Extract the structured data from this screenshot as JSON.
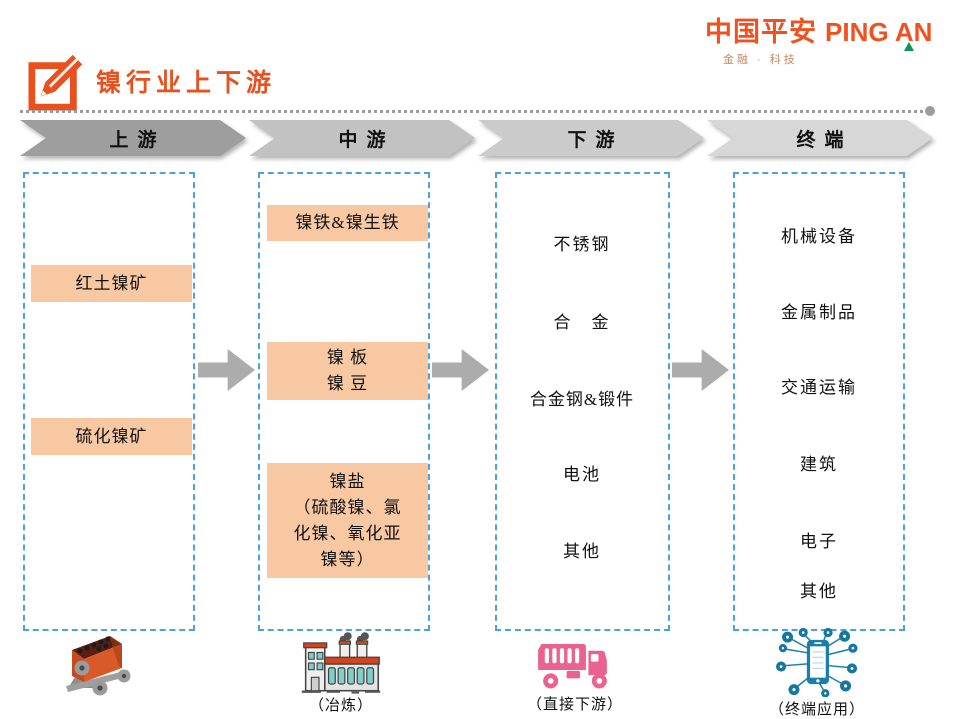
{
  "brand": {
    "logo_cn": "中国平安",
    "logo_en": "PING AN",
    "logo_sub": "金融 · 科技",
    "brand_color": "#F0511E",
    "accent_green": "#0E9355"
  },
  "title": "镍行业上下游",
  "stages": [
    {
      "label": "上游",
      "color": "#9E9E9E"
    },
    {
      "label": "中游",
      "color": "#C2C2C2"
    },
    {
      "label": "下游",
      "color": "#CBCBCB"
    },
    {
      "label": "终端",
      "color": "#D7D7D7"
    }
  ],
  "upstream": {
    "boxes": [
      "红土镍矿",
      "硫化镍矿"
    ]
  },
  "midstream": {
    "boxes": [
      "镍铁&镍生铁",
      "镍 板\n镍 豆",
      "镍盐\n（硫酸镍、氯\n化镍、氧化亚\n镍等）"
    ]
  },
  "downstream": {
    "items": [
      "不锈钢",
      "合　金",
      "合金钢&锻件",
      "电池",
      "其他"
    ]
  },
  "terminal": {
    "items": [
      "机械设备",
      "金属制品",
      "交通运输",
      "建筑",
      "电子",
      "其他"
    ]
  },
  "footer": {
    "smelting_label": "（冶炼）",
    "direct_downstream_label": "（直接下游）",
    "terminal_app_label": "（终端应用）"
  },
  "colors": {
    "box_orange": "#F7C8A2",
    "dashed_border": "#4BA3DC",
    "flow_arrow": "#ACACAC",
    "truck_pink": "#E9638E",
    "factory_roof": "#D1461F",
    "phone_blue": "#1A7FA8",
    "cart_red": "#C9491F"
  }
}
